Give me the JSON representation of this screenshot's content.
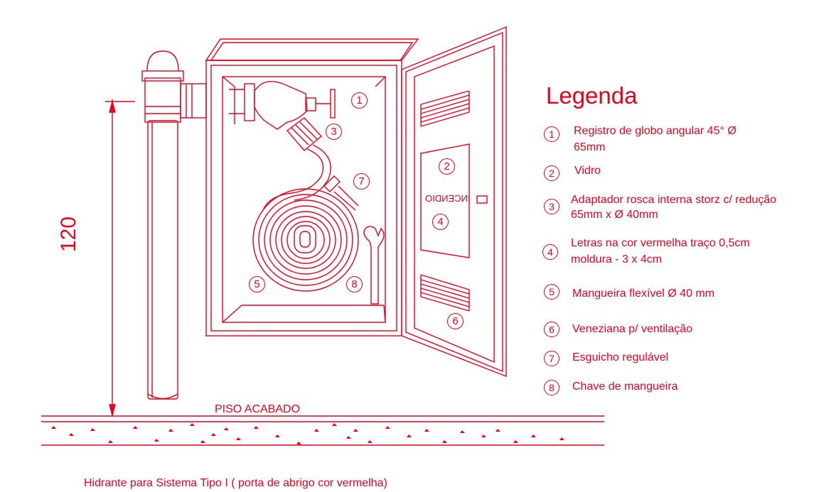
{
  "legend": {
    "title": "Legenda",
    "items": [
      {
        "num": "1",
        "text": "Registro de globo angular 45° Ø",
        "text2": "65mm"
      },
      {
        "num": "2",
        "text": "Vidro",
        "text2": ""
      },
      {
        "num": "3",
        "text": "Adaptador rosca interna storz c/ redução",
        "text2": "65mm x Ø 40mm"
      },
      {
        "num": "4",
        "text": "Letras na cor vermelha traço  0,5cm",
        "text2": "moldura - 3 x 4cm"
      },
      {
        "num": "5",
        "text": "Mangueira flexível Ø 40 mm",
        "text2": ""
      },
      {
        "num": "6",
        "text": "Veneziana p/ ventilação",
        "text2": ""
      },
      {
        "num": "7",
        "text": "Esguicho regulável",
        "text2": ""
      },
      {
        "num": "8",
        "text": "Chave de mangueira",
        "text2": ""
      }
    ]
  },
  "drawing": {
    "dimension": "120",
    "floor_label": "PISO ACABADO",
    "door_sign": "INCENDIO",
    "caption": "Hidrante para Sistema Tipo I ( porta de abrigo cor vermelha)",
    "callouts": [
      "1",
      "2",
      "3",
      "4",
      "5",
      "6",
      "7",
      "8"
    ],
    "line_color": "#e8001c"
  }
}
